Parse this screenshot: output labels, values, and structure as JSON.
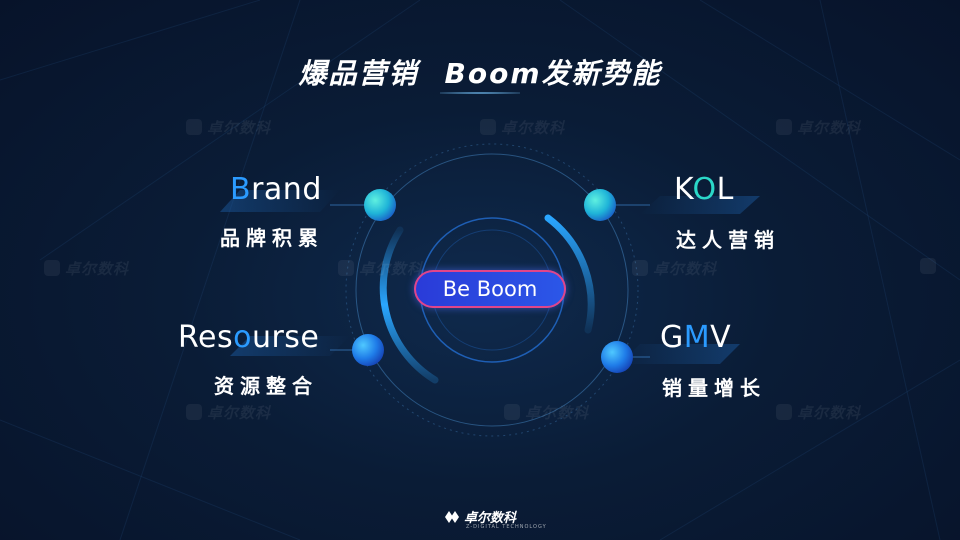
{
  "title": {
    "part1": "爆品营销",
    "part2": "Boom发新势能"
  },
  "center": {
    "label": "Be Boom"
  },
  "items": [
    {
      "en_first": "B",
      "en_rest": "rand",
      "cn": "品牌积累"
    },
    {
      "en_pre": "K",
      "en_hl": "O",
      "en_post": "L",
      "cn": "达人营销"
    },
    {
      "en_pre": "Res",
      "en_hl": "o",
      "en_post": "urse",
      "cn": "资源整合"
    },
    {
      "en_pre": "G",
      "en_hl": "M",
      "en_post": "V",
      "cn": "销量增长"
    }
  ],
  "watermark": "卓尔数科",
  "footer": {
    "logo_text": "卓尔数科",
    "logo_sub": "Z-DIGITAL TECHNOLOGY"
  },
  "colors": {
    "accent": "#2b9bff",
    "teal": "#2bd8c8",
    "pill": "#2b47e0",
    "pill_border": "#e0458a"
  }
}
